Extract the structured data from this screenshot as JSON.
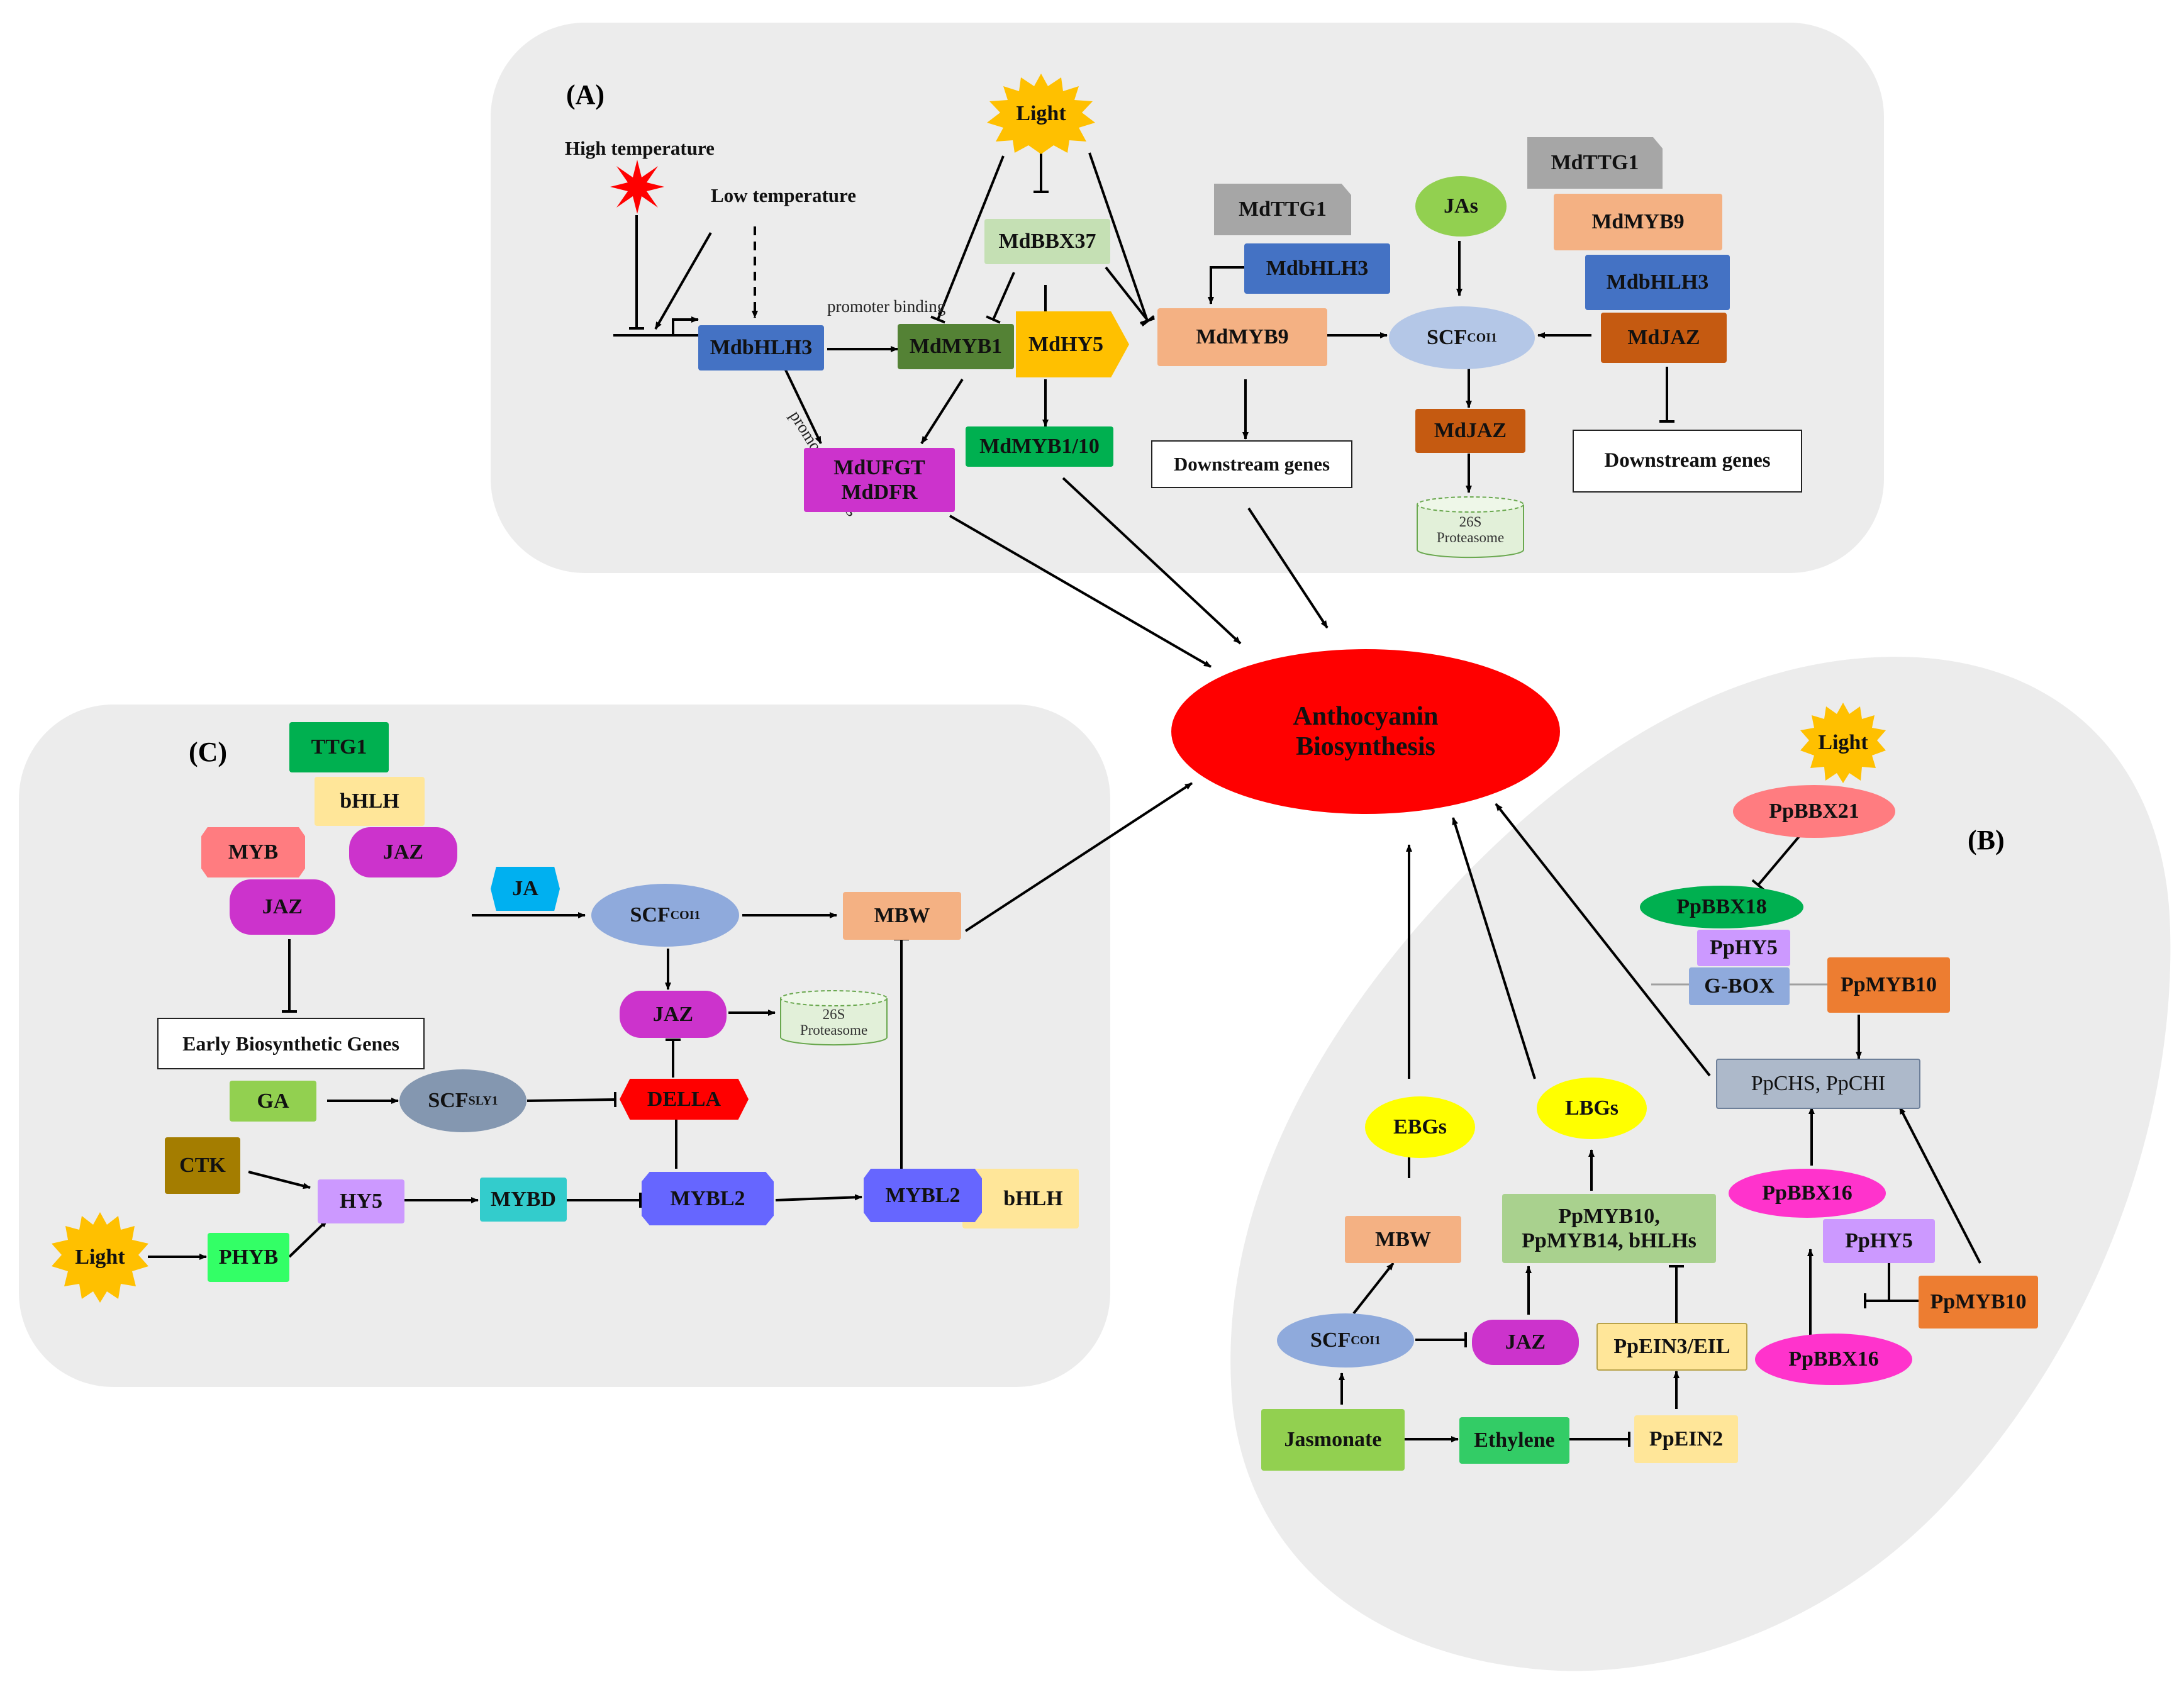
{
  "colors": {
    "panel": "#ececec",
    "md_blue": "#4472c4",
    "dark_green": "#548235",
    "gold": "#ffc000",
    "salmon": "#f4b183",
    "magenta": "#cc33cc",
    "green": "#00b050",
    "light_green": "#c5e0b4",
    "grey": "#a6a6a6",
    "lime": "#92d050",
    "light_blue": "#b4c7e7",
    "rust": "#c55a11",
    "red": "#ff0000",
    "orange": "#ed7d31",
    "pink": "#ff66cc",
    "lavender": "#cc99ff",
    "steel": "#adb9ca",
    "yellow": "#ffff00",
    "cream": "#ffe699",
    "purple_blue": "#6666ff",
    "teal": "#33cccc",
    "brown": "#a47d00",
    "bright_green": "#33ff66",
    "coral": "#ff7c80",
    "cyan": "#00b0f0",
    "periwinkle": "#8faadc",
    "slate": "#8497b0"
  },
  "center": {
    "line1": "Anthocyanin",
    "line2": "Biosynthesis"
  },
  "panelA": {
    "label": "(A)",
    "high_temp": "High temperature",
    "low_temp": "Low temperature",
    "light": "Light",
    "mdbbx37": "MdBBX37",
    "mdbhlh3": "MdbHLH3",
    "promoter_binding_1": "promoter binding",
    "promoter_binding_2": "promoter binding",
    "mdmyb1": "MdMYB1",
    "mdhy5": "MdHY5",
    "mdufgt": "MdUFGT",
    "mddfr": "MdDFR",
    "mdmyb1_10": "MdMYB1/10",
    "mdttg1_a": "MdTTG1",
    "mdbhlh3_b": "MdbHLH3",
    "mdmyb9_a": "MdMYB9",
    "downstream_a": "Downstream genes",
    "jas": "JAs",
    "scf": "SCF",
    "scf_sup": "COI1",
    "mdjaz_a": "MdJAZ",
    "proteasome_1": "26S",
    "proteasome_2": "Proteasome",
    "mdttg1_b": "MdTTG1",
    "mdmyb9_b": "MdMYB9",
    "mdbhlh3_c": "MdbHLH3",
    "mdjaz_b": "MdJAZ",
    "downstream_b": "Downstream genes"
  },
  "panelB": {
    "label": "(B)",
    "light": "Light",
    "ppbbx21": "PpBBX21",
    "ppbbx18": "PpBBX18",
    "pphy5_a": "PpHY5",
    "gbox": "G-BOX",
    "ppmyb10_a": "PpMYB10",
    "ppchs": "PpCHS, PpCHI",
    "ppbbx16_a": "PpBBX16",
    "pphy5_b": "PpHY5",
    "ppmyb10_b": "PpMYB10",
    "ppbbx16_b": "PpBBX16",
    "ebgs": "EBGs",
    "lbgs": "LBGs",
    "mbw": "MBW",
    "ppmyb_group_1": "PpMYB10,",
    "ppmyb_group_2": "PpMYB14,  bHLHs",
    "scf": "SCF",
    "scf_sup": "COI1",
    "jaz": "JAZ",
    "ppein3": "PpEIN3/EIL",
    "jasmonate": "Jasmonate",
    "ethylene": "Ethylene",
    "ppein2": "PpEIN2"
  },
  "panelC": {
    "label": "(C)",
    "ttg1": "TTG1",
    "bhlh_a": "bHLH",
    "myb": "MYB",
    "jaz_a": "JAZ",
    "jaz_b": "JAZ",
    "ja": "JA",
    "scf_coi1": "SCF",
    "scf_coi1_sup": "COI1",
    "mbw": "MBW",
    "early_genes": "Early Biosynthetic Genes",
    "jaz_c": "JAZ",
    "proteasome_1": "26S",
    "proteasome_2": "Proteasome",
    "ga": "GA",
    "scf_sly1": "SCF",
    "scf_sly1_sup": "SLY1",
    "della": "DELLA",
    "ctk": "CTK",
    "hy5": "HY5",
    "mybd": "MYBD",
    "mybl2_a": "MYBL2",
    "mybl2_b": "MYBL2",
    "bhlh_b": "bHLH",
    "light": "Light",
    "phyb": "PHYB"
  }
}
